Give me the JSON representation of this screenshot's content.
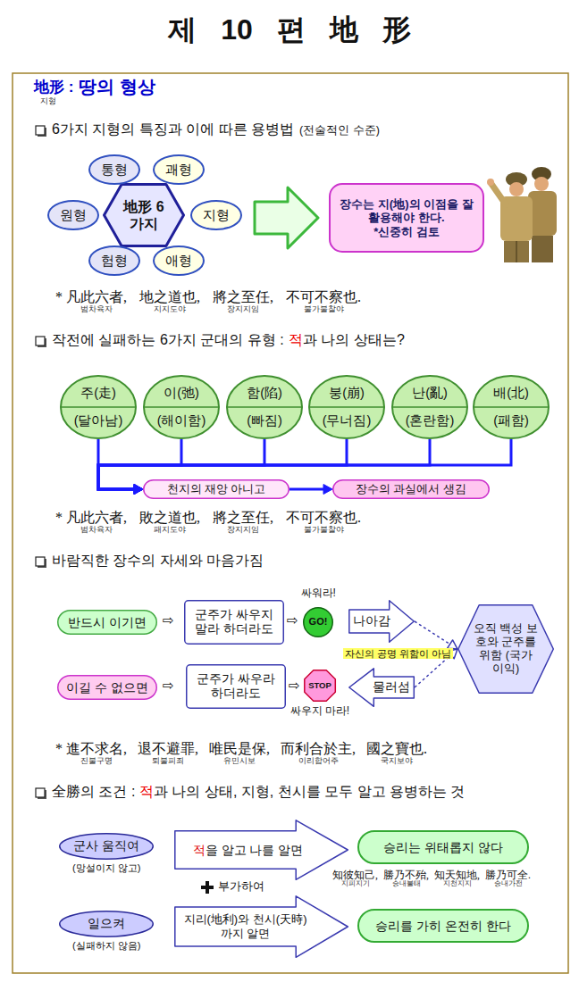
{
  "diagram": {
    "title": "제 10 편 地 形",
    "nodes": [
      {
        "text": [
          "地形 6가지"
        ]
      },
      {
        "text": [
          "통형"
        ]
      },
      {
        "text": [
          "괘형"
        ]
      },
      {
        "text": [
          "지형"
        ]
      },
      {
        "text": [
          "애형"
        ]
      },
      {
        "text": [
          "험형"
        ]
      },
      {
        "text": [
          "원형"
        ]
      },
      {
        "text": [
          "장수는 지(地)의 이점을 잘 활용해야 한다.",
          "*신중히 검토"
        ]
      },
      {
        "text": [
          "주(走)",
          "(달아남)"
        ]
      },
      {
        "text": [
          "이(弛)",
          "(해이함)"
        ]
      },
      {
        "text": [
          "함(陷)",
          "(빠짐)"
        ]
      },
      {
        "text": [
          "붕(崩)",
          "(무너짐)"
        ]
      },
      {
        "text": [
          "난(亂)",
          "(혼란함)"
        ]
      },
      {
        "text": [
          "배(北)",
          "(패함)"
        ]
      },
      {
        "text": [
          "천지의 재앙 아니고"
        ]
      },
      {
        "text": [
          "장수의 과실에서 생김"
        ]
      },
      {
        "text": [
          "반드시 이기면"
        ]
      },
      {
        "text": [
          "군주가 싸우지 말라 하더라도"
        ]
      },
      {
        "text": [
          "GO!"
        ]
      },
      {
        "text": [
          "나아감"
        ]
      },
      {
        "text": [
          "오직 백성 보호와 군주를 위함 (국가이익)"
        ]
      },
      {
        "text": [
          "이길 수 없으면"
        ]
      },
      {
        "text": [
          "군주가 싸우라 하더라도"
        ]
      },
      {
        "text": [
          "STOP"
        ]
      },
      {
        "text": [
          "물러섬"
        ]
      },
      {
        "text": [
          "군사 움직여"
        ]
      },
      {
        "text": [
          "적",
          "을 알고 나를 알면"
        ]
      },
      {
        "text": [
          "승리는 위태롭지 않다"
        ]
      },
      {
        "text": [
          "일으켜"
        ]
      },
      {
        "text": [
          "지리(地利)와 천시(天時)까지 알면"
        ]
      },
      {
        "text": [
          "승리를 가히 온전히 한다"
        ]
      }
    ],
    "edges": [
      {
        "from": 8,
        "to": 14,
        "arrow": "to"
      },
      {
        "from": 9,
        "to": 14,
        "arrow": "to"
      },
      {
        "from": 10,
        "to": 14,
        "arrow": "to"
      },
      {
        "from": 11,
        "to": 14,
        "arrow": "to"
      },
      {
        "from": 12,
        "to": 14,
        "arrow": "to"
      },
      {
        "from": 13,
        "to": 14,
        "arrow": "to"
      },
      {
        "from": 14,
        "to": 15,
        "arrow": "to"
      },
      {
        "from": 19,
        "to": 20,
        "arrow": "to"
      },
      {
        "from": 24,
        "to": 20,
        "arrow": "to"
      }
    ],
    "labels": [
      "地形 :",
      "지형",
      "땅의 형상",
      "6가지 지형의 특징과 이에 따른 용병법",
      "(전술적인 수준)",
      "* 凡此六者,",
      "地之道也,",
      "將之至任,",
      "不可不察也.",
      "범차육자",
      "지지도야",
      "장지지임",
      "불가불찰야",
      "작전에 실패하는 6가지 군대의 유형 :",
      "적",
      "과 나의 상태는?",
      "* 凡此六者,",
      "敗之道也,",
      "將之至任,",
      "不可不察也.",
      "범차육자",
      "패지도야",
      "장지지임",
      "불가불찰야",
      "바람직한 장수의 자세와 마음가짐",
      "⇨",
      "⇨",
      "싸워라!",
      "자신의 공명 위함이 아님",
      "⇨",
      "⇨",
      "싸우지 마라!",
      "* 進不求名,",
      "退不避罪,",
      "唯民是保,",
      "而利合於主,",
      "國之寶也.",
      "진불구명",
      "퇴불피죄",
      "유민시보",
      "이리합어주",
      "국지보야",
      "全勝의 조건 :",
      "적",
      "과 나의 상태, 지형, 천시를 모두 알고 용병하는 것",
      "(망설이지 않고)",
      "부가하여",
      "知彼知己,",
      "勝乃不殆,",
      "知天知地,",
      "勝乃可全.",
      "지피지기",
      "승내불태",
      "지천지지",
      "승내가전",
      "(실패하지 않음)"
    ]
  }
}
